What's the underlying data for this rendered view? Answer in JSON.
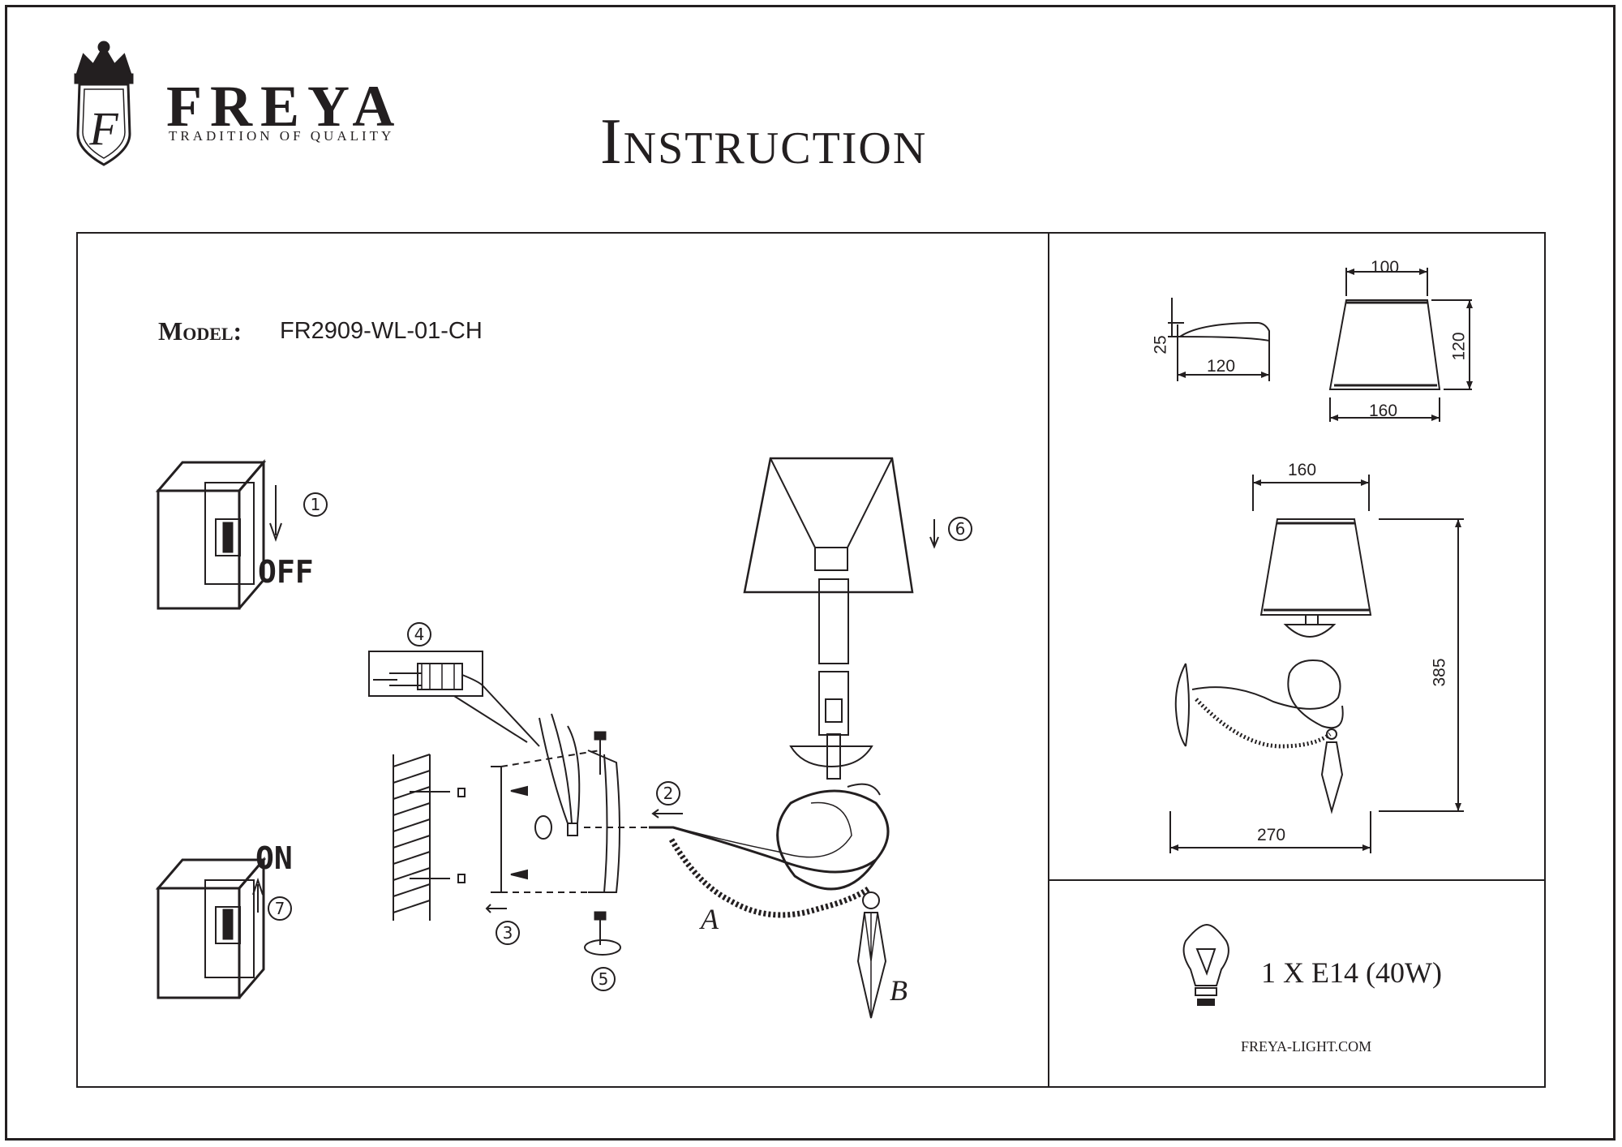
{
  "brand": {
    "name": "FREYA",
    "tagline": "TRADITION OF QUALITY",
    "logo_letter": "F"
  },
  "document": {
    "title": "Instruction"
  },
  "model": {
    "label": "Model:",
    "value": "FR2909-WL-01-CH"
  },
  "steps": {
    "off_label": "OFF",
    "on_label": "ON",
    "numbers": [
      "1",
      "2",
      "3",
      "4",
      "5",
      "6",
      "7"
    ],
    "part_a": "A",
    "part_b": "B"
  },
  "dimensions": {
    "canopy_width": "120",
    "canopy_height": "25",
    "shade_top": "100",
    "shade_height": "120",
    "shade_bottom": "160",
    "lamp_shade_width": "160",
    "lamp_height": "385",
    "lamp_depth": "270"
  },
  "bulb": {
    "spec": "1 X E14 (40W)",
    "icon": "bulb-icon"
  },
  "website": "FREYA-LIGHT.COM",
  "colors": {
    "ink": "#231f20",
    "background": "#ffffff"
  }
}
